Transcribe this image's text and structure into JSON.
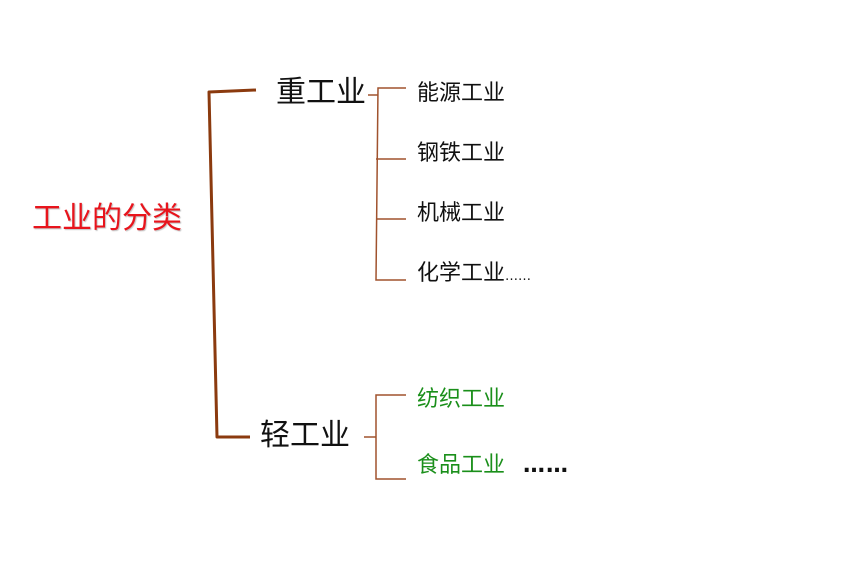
{
  "diagram": {
    "root": "工业的分类",
    "heavy": {
      "label": "重工业",
      "items": [
        "能源工业",
        "钢铁工业",
        "机械工业",
        "化学工业"
      ],
      "trailing": "……"
    },
    "light": {
      "label": "轻工业",
      "items": [
        "纺织工业",
        "食品工业"
      ],
      "trailing": "……"
    }
  },
  "colors": {
    "root_text": "#e8141c",
    "light_items_text": "#1a8f1a",
    "main_bracket": "#8b3a0e",
    "sub_bracket": "#a0522d"
  }
}
